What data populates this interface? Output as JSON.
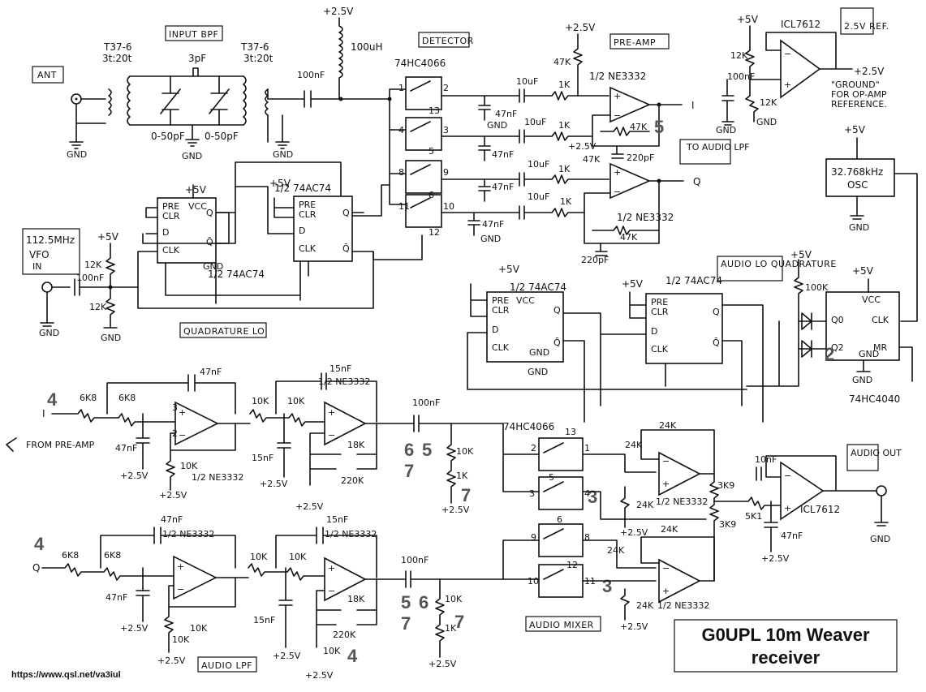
{
  "title": {
    "line1": "G0UPL 10m Weaver",
    "line2": "receiver"
  },
  "url": "https://www.qsl.net/va3iul",
  "blocks": {
    "input_bpf": "INPUT BPF",
    "detector": "DETECTOR",
    "pre_amp": "PRE-AMP",
    "ref_25v": "2.5V REF.",
    "quadrature_lo": "QUADRATURE LO",
    "audio_lo_quad": "AUDIO LO QUADRATURE",
    "audio_lpf": "AUDIO LPF",
    "audio_mixer": "AUDIO MIXER",
    "to_audio_lpf": "TO AUDIO LPF",
    "from_pre_amp": "FROM PRE-AMP",
    "audio_out": "AUDIO OUT",
    "ant": "ANT",
    "vfo_freq": "112.5MHz",
    "vfo": "VFO",
    "vfo_in": "IN",
    "osc_freq": "32.768kHz",
    "osc": "OSC",
    "ground_note1": "\"GROUND\"",
    "ground_note2": "FOR OP-AMP",
    "ground_note3": "REFERENCE."
  },
  "chips": {
    "ic_74hc4066_a": "74HC4066",
    "ic_74hc4066_b": "74HC4066",
    "ff1": "1/2 74AC74",
    "ff2": "1/2 74AC74",
    "ff3": "1/2 74AC74",
    "ff4": "1/2 74AC74",
    "op_preamp_a": "1/2 NE3332",
    "op_preamp_b": "1/2 NE3332",
    "op_lpf_a": "1/2 NE3332",
    "op_lpf_b": "1/2 NE3332",
    "op_lpf_c": "1/2 NE3332",
    "op_lpf_d": "1/2 NE3332",
    "op_mix_a": "1/2 NE3332",
    "op_mix_b": "1/2 NE3332",
    "icl_ref": "ICL7612",
    "icl_out": "ICL7612",
    "counter": "74HC4040"
  },
  "components": {
    "t1": "T37-6",
    "t1_turns": "3t:20t",
    "t2": "T37-6",
    "t2_turns": "3t:20t",
    "c3p": "3pF",
    "trim1": "0-50pF",
    "trim2": "0-50pF",
    "l100u": "100uH",
    "c100n_det": "100nF",
    "c100n_vfo": "100nF",
    "c100n_ref": "100nF",
    "c100n_lpf1": "100nF",
    "c100n_lpf2": "100nF",
    "r12k_a": "12K",
    "r12k_b": "12K",
    "r12k_c": "12K",
    "r12k_d": "12K",
    "r47k_a": "47K",
    "r47k_b": "47K",
    "r47k_c": "47K",
    "r47k_d": "47K",
    "r1k_a": "1K",
    "r1k_b": "1K",
    "r1k_c": "1K",
    "r1k_d": "1K",
    "c10u_a": "10uF",
    "c10u_b": "10uF",
    "c10u_c": "10uF",
    "c10u_d": "10uF",
    "c47n": "47nF",
    "c220p": "220pF",
    "c47nf_lpf": "47nF",
    "c15nf": "15nF",
    "r6k8": "6K8",
    "r10k": "10K",
    "r18k": "18K",
    "r220k": "220K",
    "r24k": "24K",
    "r3k9": "3K9",
    "r5k1": "5K1",
    "c10nf": "10nF",
    "r100k": "100K"
  },
  "signals": {
    "i": "I",
    "q": "Q",
    "plus25": "+2.5V",
    "plus5": "+5V",
    "gnd": "GND"
  },
  "errata": [
    "5",
    "4",
    "3",
    "5",
    "6",
    "7",
    "7",
    "2",
    "4",
    "3",
    "5",
    "6",
    "7",
    "7",
    "4"
  ]
}
